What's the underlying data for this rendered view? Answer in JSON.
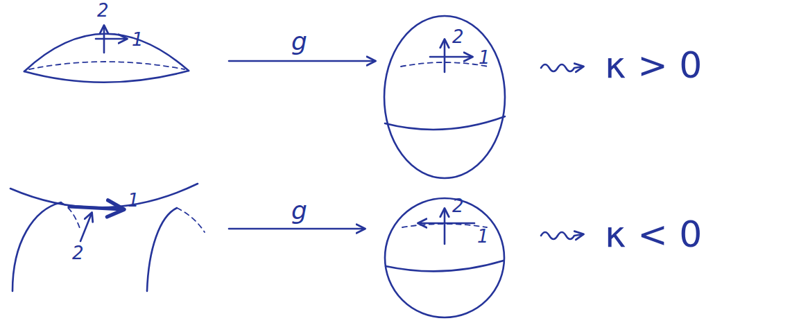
{
  "diagram": {
    "labels": [
      "2",
      "1",
      "g",
      "2",
      "1",
      "κ > 0",
      "1",
      "2",
      "g",
      "2",
      "1",
      "κ < 0"
    ]
  }
}
